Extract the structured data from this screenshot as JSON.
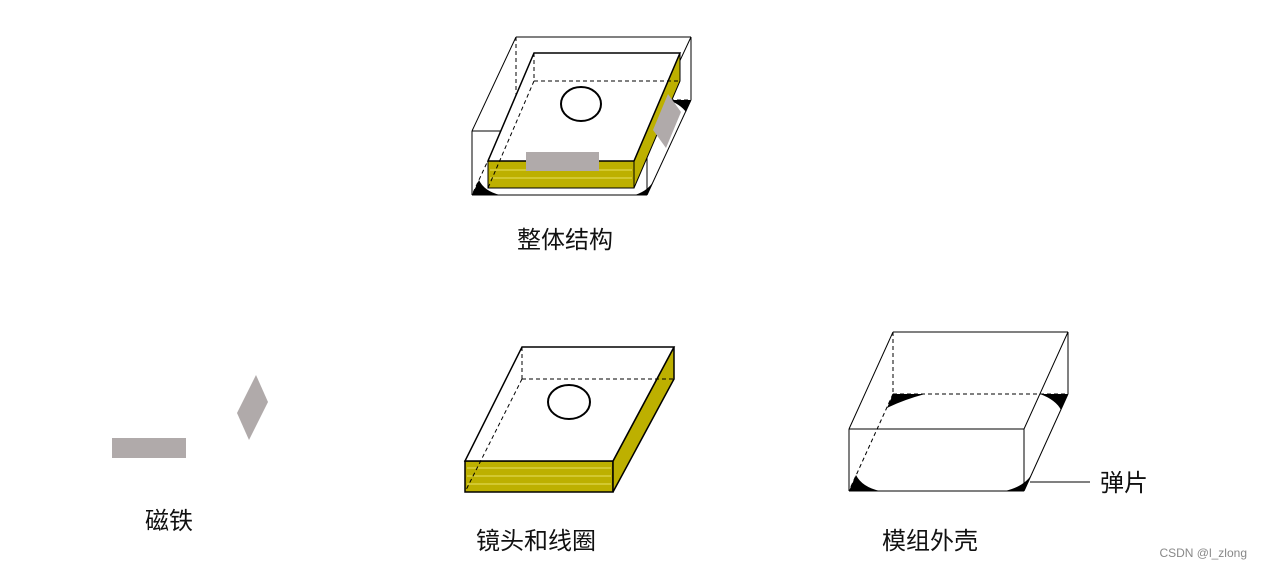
{
  "labels": {
    "overall": "整体结构",
    "magnet": "磁铁",
    "lens_coil": "镜头和线圈",
    "module_shell": "模组外壳",
    "spring": "弹片"
  },
  "watermark": "CSDN @l_zlong",
  "colors": {
    "coil": "#bdb000",
    "magnet": "#b0aaaa",
    "line": "#000000",
    "spring_fill": "#000000"
  }
}
